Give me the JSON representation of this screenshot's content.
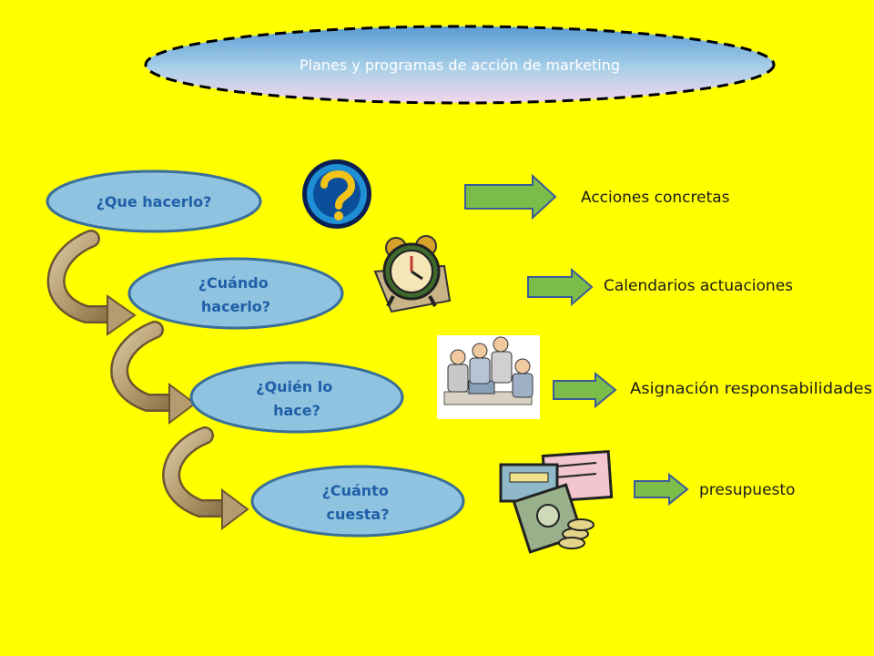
{
  "title": "Planes y programas de acción de marketing",
  "steps": [
    {
      "question": [
        "¿Que hacerlo?"
      ],
      "icon": "question-mark-icon",
      "result": "Acciones concretas"
    },
    {
      "question": [
        "¿Cuándo",
        "hacerlo?"
      ],
      "icon": "alarm-clock-icon",
      "result": "Calendarios actuaciones"
    },
    {
      "question": [
        "¿Quién lo",
        "hace?"
      ],
      "icon": "team-meeting-icon",
      "result": "Asignación responsabilidades"
    },
    {
      "question": [
        "¿Cuánto",
        "cuesta?"
      ],
      "icon": "money-bills-icon",
      "result": "presupuesto"
    }
  ],
  "colors": {
    "background": "#ffff00",
    "oval_fill": "#8fc3df",
    "oval_stroke": "#3a6f9a",
    "question_text": "#1f5fa8",
    "arrow_fill": "#7cbd4a",
    "arrow_stroke": "#3c5a9a",
    "curved_arrow": "#bca47c"
  }
}
